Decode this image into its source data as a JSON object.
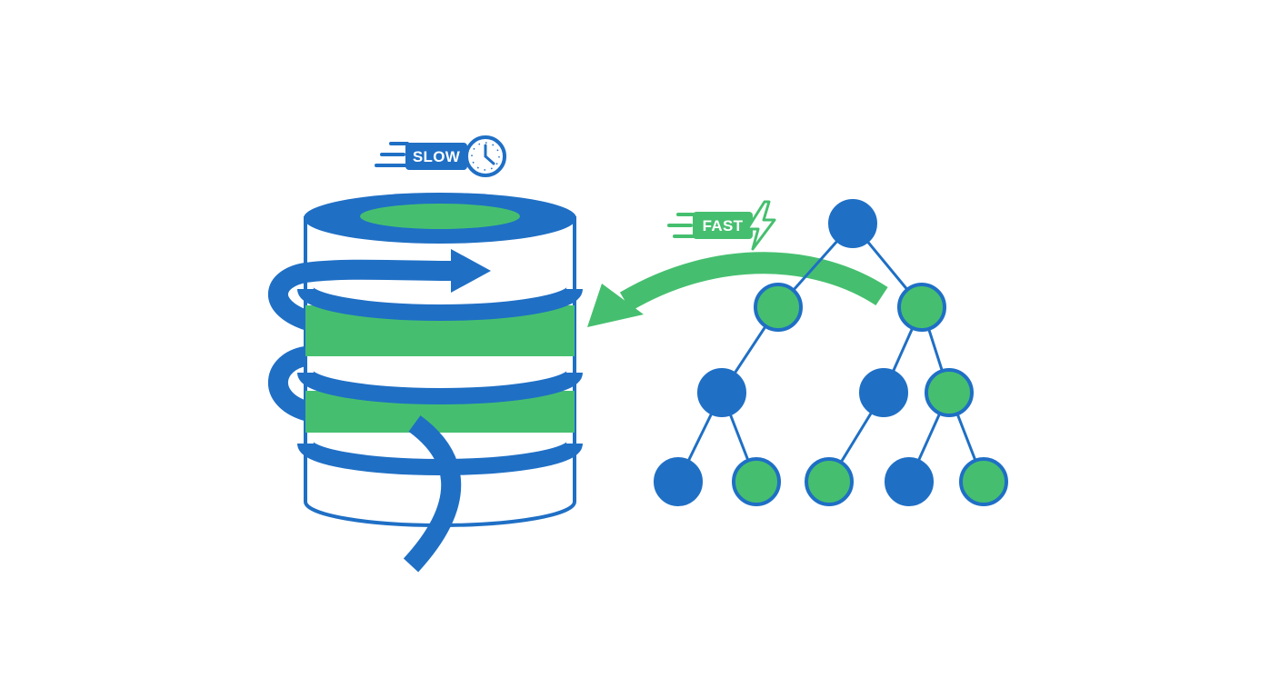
{
  "badges": {
    "slow": {
      "label": "SLOW",
      "icon": "clock-icon"
    },
    "fast": {
      "label": "FAST",
      "icon": "lightning-bolt-icon"
    }
  },
  "colors": {
    "blue": "#1f6fc5",
    "green": "#45bf6f",
    "background": "#ffffff"
  },
  "tree": {
    "levels": [
      [
        "blue"
      ],
      [
        "green",
        "green"
      ],
      [
        "blue",
        "blue",
        "green"
      ],
      [
        "blue",
        "green",
        "green",
        "blue",
        "green"
      ]
    ]
  }
}
